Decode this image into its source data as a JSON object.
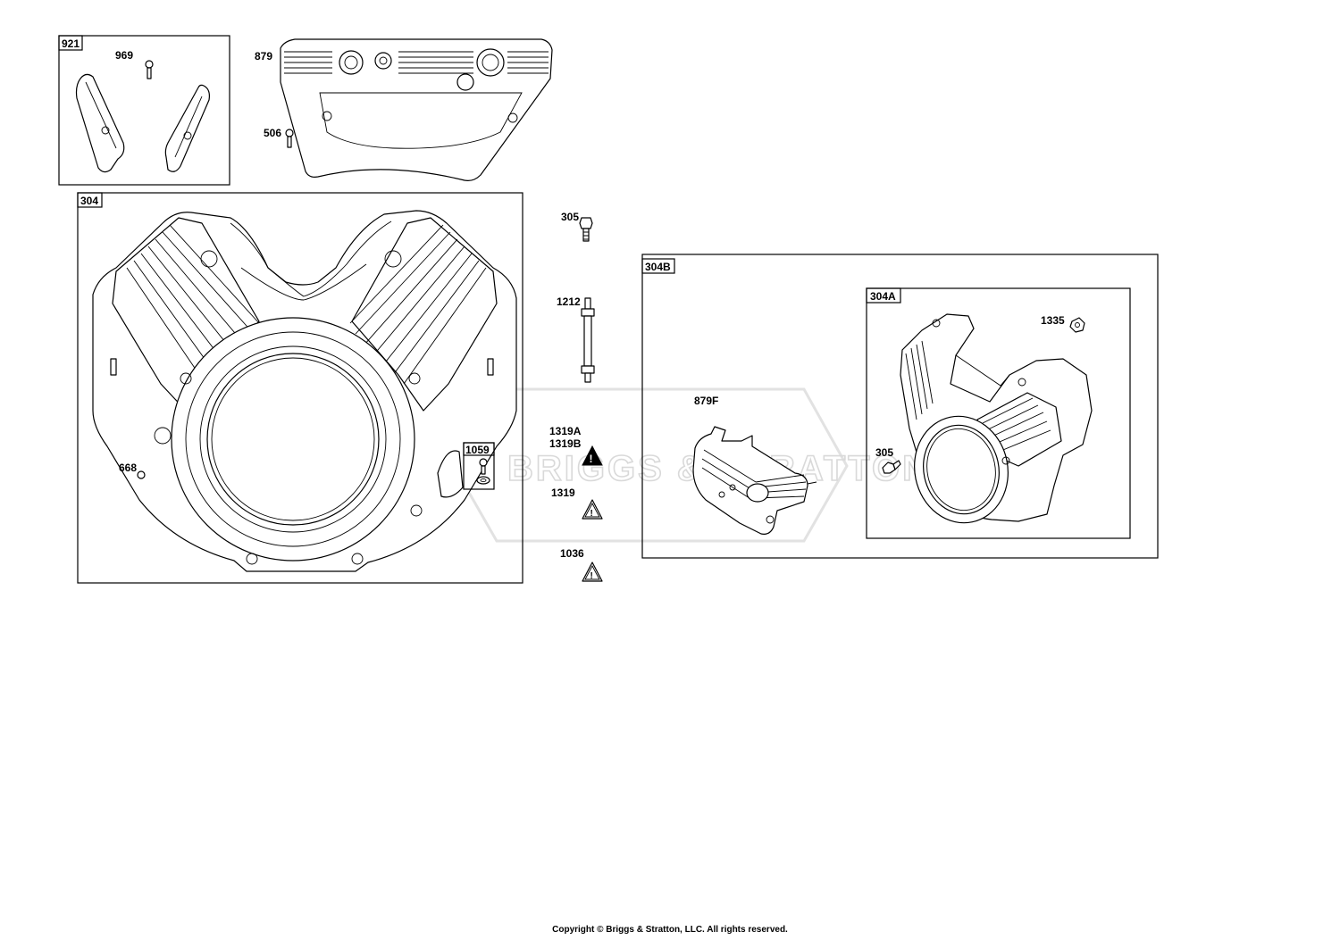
{
  "watermark": "BRIGGS & STRATTON",
  "copyright": "Copyright © Briggs & Stratton, LLC. All rights reserved.",
  "boxes": {
    "b921": "921",
    "b304": "304",
    "b1059": "1059",
    "b304B": "304B",
    "b304A": "304A"
  },
  "labels": {
    "p969": "969",
    "p879": "879",
    "p506": "506",
    "p668": "668",
    "p305_top": "305",
    "p1212": "1212",
    "p1319A": "1319A",
    "p1319B": "1319B",
    "p1319": "1319",
    "p1036": "1036",
    "p879F": "879F",
    "p1335": "1335",
    "p305_side": "305"
  }
}
